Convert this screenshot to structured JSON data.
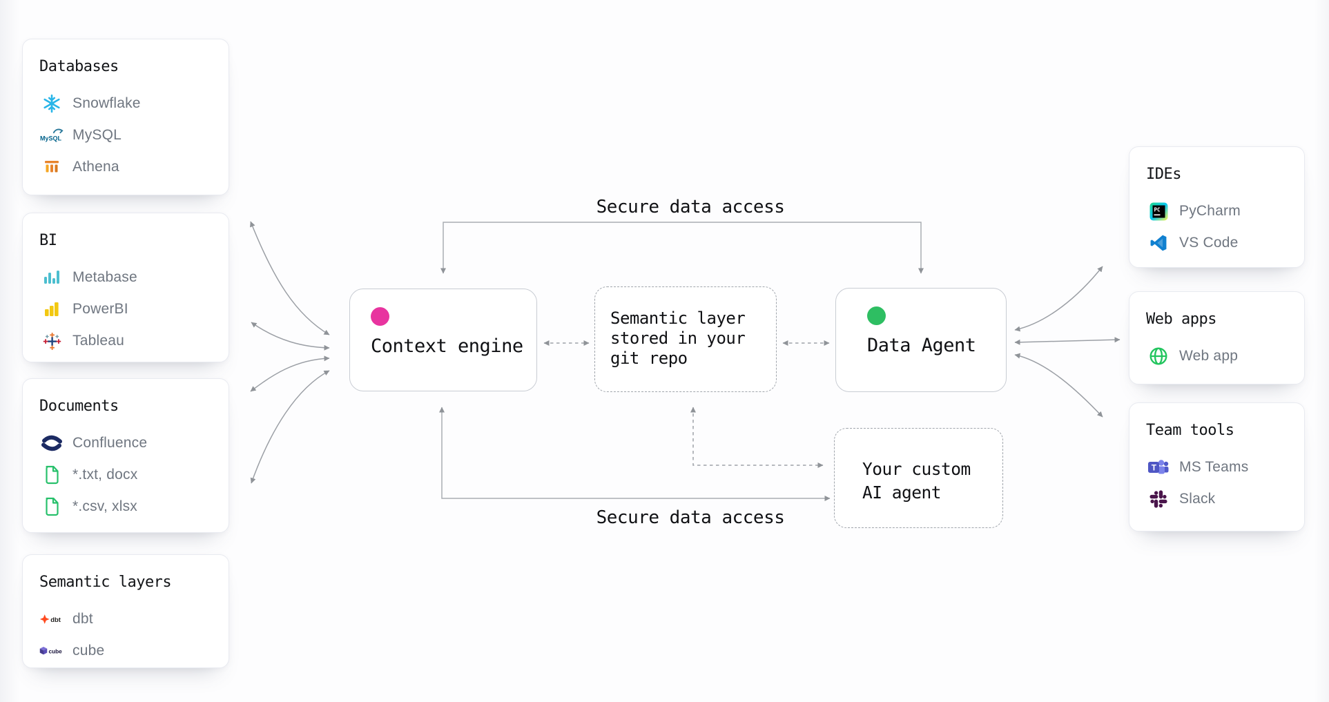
{
  "labels": {
    "secure_top": "Secure data access",
    "secure_bottom": "Secure data access"
  },
  "nodes": {
    "context_engine": {
      "label": "Context engine",
      "dot_color": "#e8349f"
    },
    "semantic_layer": {
      "lines": [
        "Semantic layer",
        "stored in your",
        "git repo"
      ]
    },
    "data_agent": {
      "label": "Data Agent",
      "dot_color": "#2ebe62"
    },
    "custom_agent": {
      "lines": [
        "Your custom",
        "AI agent"
      ]
    }
  },
  "left_cards": [
    {
      "title": "Databases",
      "items": [
        {
          "icon": "snowflake-icon",
          "label": "Snowflake"
        },
        {
          "icon": "mysql-icon",
          "label": "MySQL"
        },
        {
          "icon": "athena-icon",
          "label": "Athena"
        }
      ]
    },
    {
      "title": "BI",
      "items": [
        {
          "icon": "metabase-icon",
          "label": "Metabase"
        },
        {
          "icon": "powerbi-icon",
          "label": "PowerBI"
        },
        {
          "icon": "tableau-icon",
          "label": "Tableau"
        }
      ]
    },
    {
      "title": "Documents",
      "items": [
        {
          "icon": "confluence-icon",
          "label": "Confluence"
        },
        {
          "icon": "file-icon",
          "label": "*.txt, docx"
        },
        {
          "icon": "file-icon",
          "label": "*.csv, xlsx"
        }
      ]
    },
    {
      "title": "Semantic layers",
      "items": [
        {
          "icon": "dbt-icon",
          "label": "dbt"
        },
        {
          "icon": "cube-icon",
          "label": "cube"
        }
      ]
    }
  ],
  "right_cards": [
    {
      "title": "IDEs",
      "items": [
        {
          "icon": "pycharm-icon",
          "label": "PyCharm"
        },
        {
          "icon": "vscode-icon",
          "label": "VS Code"
        }
      ]
    },
    {
      "title": "Web apps",
      "items": [
        {
          "icon": "globe-icon",
          "label": "Web app"
        }
      ]
    },
    {
      "title": "Team tools",
      "items": [
        {
          "icon": "teams-icon",
          "label": "MS Teams"
        },
        {
          "icon": "slack-icon",
          "label": "Slack"
        }
      ]
    }
  ],
  "colors": {
    "connector_gray": "#9b9fa5",
    "bracket_gray": "#a9adb2",
    "context_dot_pink": "#e8349f",
    "agent_dot_green": "#2ebe62"
  }
}
